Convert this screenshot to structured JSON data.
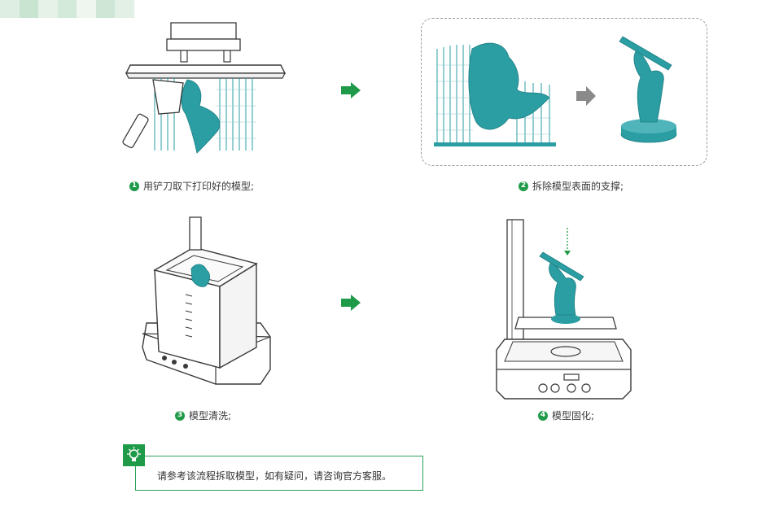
{
  "steps": [
    {
      "number": "1",
      "text": "用铲刀取下打印好的模型;"
    },
    {
      "number": "2",
      "text": "拆除模型表面的支撑;"
    },
    {
      "number": "3",
      "text": "模型清洗;"
    },
    {
      "number": "4",
      "text": "模型固化;"
    }
  ],
  "tip": {
    "text": "请参考该流程拆取模型，如有疑问，请咨询官方客服。"
  },
  "colors": {
    "accent_green": "#1e9a48",
    "arrow_gray": "#8a8a8a",
    "resin_teal": "#2a9ea3",
    "line_dark": "#3a3a3a"
  },
  "icons": {
    "step_arrow": "right-arrow-icon",
    "tip": "lightbulb-icon"
  }
}
